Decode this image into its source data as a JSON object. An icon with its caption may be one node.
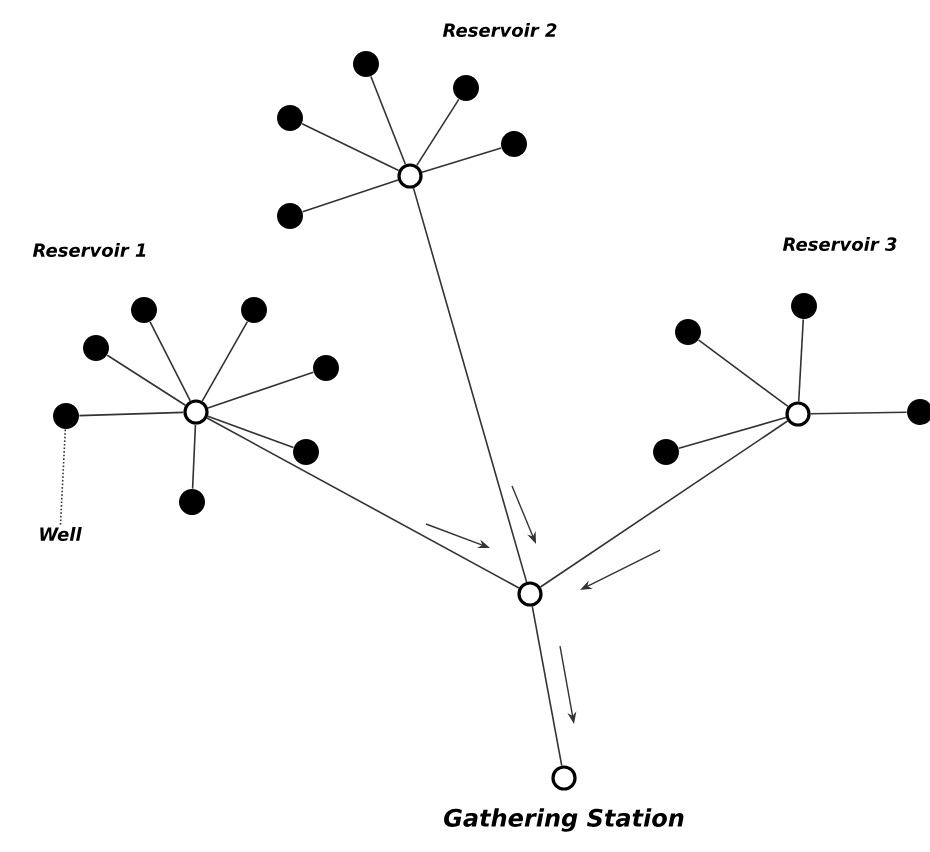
{
  "diagram": {
    "nodes": [
      {
        "text": [],
        "shape": "circle"
      },
      {
        "text": [],
        "shape": "circle"
      },
      {
        "text": [],
        "shape": "circle"
      },
      {
        "text": [],
        "shape": "circle"
      },
      {
        "text": [],
        "shape": "circle"
      },
      {
        "text": [],
        "shape": "circle"
      },
      {
        "text": [],
        "shape": "circle"
      },
      {
        "text": [],
        "shape": "circle"
      },
      {
        "text": [],
        "shape": "circle"
      },
      {
        "text": [],
        "shape": "circle"
      },
      {
        "text": [],
        "shape": "circle"
      },
      {
        "text": [],
        "shape": "circle"
      },
      {
        "text": [],
        "shape": "circle"
      },
      {
        "text": [],
        "shape": "circle"
      },
      {
        "text": [],
        "shape": "circle"
      },
      {
        "text": [],
        "shape": "circle"
      },
      {
        "text": [],
        "shape": "circle"
      },
      {
        "text": [],
        "shape": "circle"
      },
      {
        "text": [],
        "shape": "circle"
      },
      {
        "text": [],
        "shape": "circle"
      },
      {
        "text": [],
        "shape": "circle",
        "beside": [
          "Gathering Station"
        ]
      },
      {
        "text": [
          "Well"
        ]
      }
    ],
    "edges": [
      {
        "from": 0,
        "to": 1,
        "arrow": "none"
      },
      {
        "from": 0,
        "to": 2,
        "arrow": "none"
      },
      {
        "from": 0,
        "to": 3,
        "arrow": "none"
      },
      {
        "from": 0,
        "to": 4,
        "arrow": "none"
      },
      {
        "from": 0,
        "to": 5,
        "arrow": "none"
      },
      {
        "from": 6,
        "to": 7,
        "arrow": "none"
      },
      {
        "from": 6,
        "to": 8,
        "arrow": "none"
      },
      {
        "from": 6,
        "to": 9,
        "arrow": "none"
      },
      {
        "from": 6,
        "to": 10,
        "arrow": "none"
      },
      {
        "from": 6,
        "to": 11,
        "arrow": "none"
      },
      {
        "from": 6,
        "to": 12,
        "arrow": "none"
      },
      {
        "from": 6,
        "to": 13,
        "arrow": "none"
      },
      {
        "from": 14,
        "to": 15,
        "arrow": "none"
      },
      {
        "from": 14,
        "to": 16,
        "arrow": "none"
      },
      {
        "from": 14,
        "to": 17,
        "arrow": "none"
      },
      {
        "from": 14,
        "to": 18,
        "arrow": "none"
      },
      {
        "from": 6,
        "to": 19,
        "arrow": "none"
      },
      {
        "from": 0,
        "to": 19,
        "arrow": "none"
      },
      {
        "from": 14,
        "to": 19,
        "arrow": "none"
      },
      {
        "from": 19,
        "to": 20,
        "arrow": "none"
      },
      {
        "from": 21,
        "to": 11,
        "arrow": "none",
        "style": "dashed"
      }
    ],
    "labels": [
      "Reservoir 2",
      "Reservoir 1",
      "Reservoir 3"
    ]
  }
}
